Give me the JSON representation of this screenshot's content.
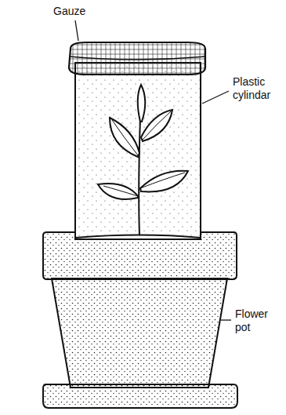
{
  "diagram": {
    "labels": [
      "Gauze",
      "Plastic cylindar",
      "Flower pot"
    ]
  }
}
